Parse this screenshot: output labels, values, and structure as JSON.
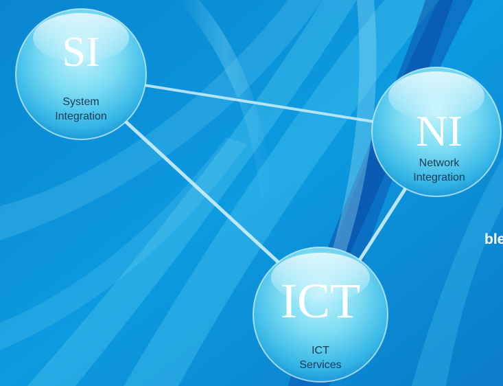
{
  "side_text": "ble",
  "nodes": [
    {
      "id": "si",
      "abbr": "SI",
      "label_lines": [
        "System",
        "Integration"
      ]
    },
    {
      "id": "ni",
      "abbr": "NI",
      "label_lines": [
        "Network",
        "Integration"
      ]
    },
    {
      "id": "ict",
      "abbr": "ICT",
      "label_lines": [
        "ICT",
        "Services"
      ]
    }
  ],
  "connections": [
    {
      "from": "si",
      "to": "ni"
    },
    {
      "from": "si",
      "to": "ict"
    },
    {
      "from": "ni",
      "to": "ict"
    }
  ],
  "colors": {
    "background": "#0a8fd6",
    "accent_dark": "#0b4fb0",
    "light_streak": "#7fdcf5",
    "connector": "#cfeefb",
    "text_white": "#ffffff",
    "label_dark": "#123a55"
  }
}
